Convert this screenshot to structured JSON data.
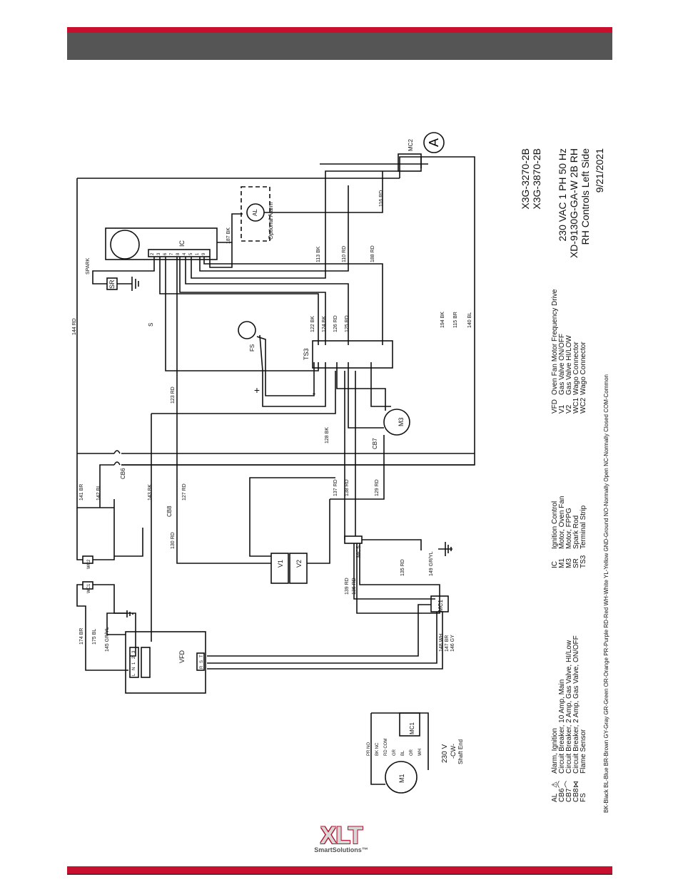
{
  "title_block": {
    "models": [
      "X3G-3270-2B",
      "X3G-3870-2B"
    ],
    "power": "230 VAC 1 PH 50 Hz",
    "drawing": "XD-9130G-GA-W 2B RH",
    "description": "RH Controls Left Side",
    "date": "9/21/2021"
  },
  "section_marker": "A",
  "legend_left": [
    {
      "code": "AL",
      "symbol": "⚠",
      "desc": "Alarm, Ignition"
    },
    {
      "code": "CB6",
      "symbol": "⌒",
      "desc": "Circuit Breaker, 10 Amp, Main"
    },
    {
      "code": "CB7",
      "symbol": "⌒",
      "desc": "Circuit Breaker, 2 Amp, Gas Valve, HI/Low"
    },
    {
      "code": "CB8",
      "symbol": "⋈",
      "desc": "Circuit Breaker, 2 Amp, Gas Valve, ON/OFF"
    },
    {
      "code": "FS",
      "symbol": "",
      "desc": "Flame Sensor"
    }
  ],
  "legend_mid": [
    {
      "code": "IC",
      "desc": "Ignition Control"
    },
    {
      "code": "M1",
      "desc": "Motor, Oven Fan"
    },
    {
      "code": "M3",
      "desc": "Motor, FPPG"
    },
    {
      "code": "SR",
      "desc": "Spark Rod"
    },
    {
      "code": "TS3",
      "desc": "Terminal Strip"
    }
  ],
  "legend_right": [
    {
      "code": "VFD",
      "desc": "Oven Fan Motor Frequency Drive"
    },
    {
      "code": "V1",
      "desc": "Gas Valve ON/OFF"
    },
    {
      "code": "V2",
      "desc": "Gas Valve HI/LOW"
    },
    {
      "code": "WC1",
      "desc": "Wago Connector"
    },
    {
      "code": "WC2",
      "desc": "Wago Connector"
    }
  ],
  "color_codes": "BK-Black   BL-Blue   BR-Brown   GY-Gray   GR-Green   OR-Orange   PR-Purple   RD-Red   WH-White   YL-Yellow   GND-Ground   NO-Normally Open   NC-Normally Closed   COM-Common",
  "components": {
    "ic": "IC",
    "ic_pins": [
      "2",
      "3",
      "6",
      "7",
      "8",
      "4",
      "5",
      "1",
      "9"
    ],
    "sr": "SR",
    "spark": "SPARK",
    "al": "AL",
    "optional_alarm": "Optional Alarm",
    "fs": "FS",
    "ts3": "TS3",
    "m3": "M3",
    "cb6": "CB6",
    "cb7": "CB7",
    "cb8": "CB8",
    "v1": "V1",
    "v2": "V2",
    "mc1": "MC1",
    "mc2": "MC2",
    "mc5": "MC5",
    "wc1": "WC1",
    "wc2": "WC2",
    "vfd": "VFD",
    "vfd_pins_top": [
      "L",
      "N",
      "1",
      "2",
      "3"
    ],
    "vfd_pins_bottom": [
      "R",
      "S",
      "T"
    ],
    "m1": "M1",
    "m1_voltage": "230 V",
    "m1_rotation": "-CW-",
    "m1_end": "Shaft End",
    "m1_mc": "MC1",
    "m1_wires": [
      "PR NO",
      "BK NC",
      "RD COM",
      "GR",
      "BL",
      "OR",
      "WH"
    ],
    "plus": "+",
    "minus": "-",
    "s_label": "S"
  },
  "wires": [
    "144 RD",
    "187 BK",
    "113 BK",
    "110 RD",
    "188 RD",
    "116 RD",
    "122 BK",
    "124 BK",
    "126 RD",
    "125 RD",
    "194 BK",
    "115 BR",
    "140 BL",
    "123 RD",
    "128 BK",
    "141 BR",
    "142 BL",
    "143 BK",
    "127 RD",
    "130 RD",
    "137 RD",
    "138 RD",
    "129 RD",
    "135 RD",
    "149 GR/YL",
    "174 BR",
    "175 BL",
    "145 GR/YL",
    "148 WH",
    "147 BR",
    "146 GY",
    "139 RD",
    "136 RD"
  ],
  "logo": {
    "text": "XLT",
    "tagline": "SmartSolutions™"
  }
}
